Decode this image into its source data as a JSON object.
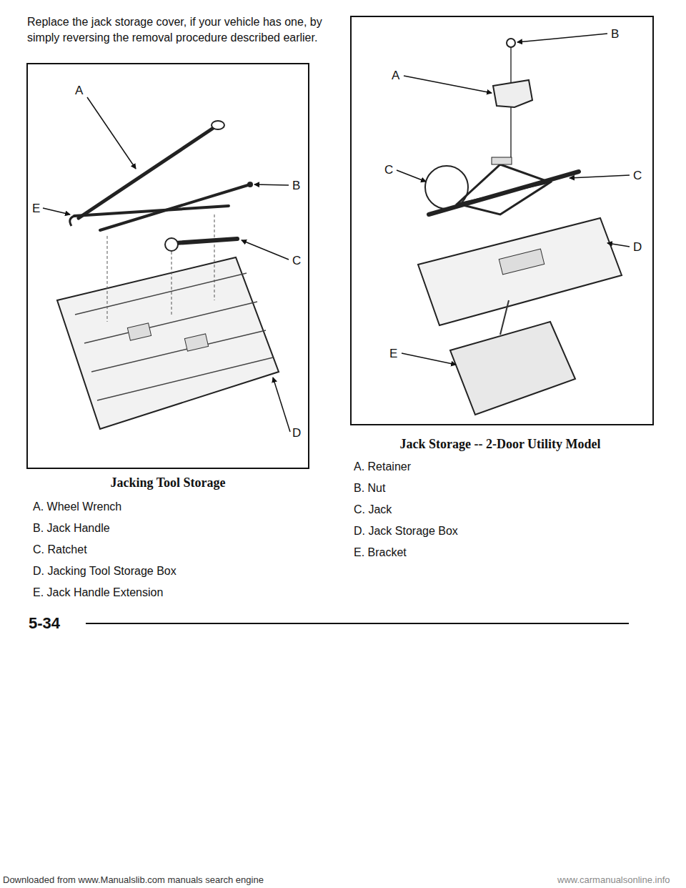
{
  "diagram": {
    "nodes": [
      {
        "text": [
          "A",
          "B",
          "C",
          "D",
          "E"
        ]
      },
      {
        "text": [
          "A",
          "B",
          "C",
          "C",
          "D",
          "E"
        ]
      }
    ],
    "labels": [
      "Replace the jack storage cover, if your vehicle has one, by simply reversing the removal procedure described earlier.",
      "Jacking Tool Storage",
      "A. Wheel Wrench",
      "B. Jack Handle",
      "C. Ratchet",
      "D. Jacking Tool Storage Box",
      "E. Jack Handle Extension",
      "Jack Storage -- 2-Door Utility Model",
      "A. Retainer",
      "B. Nut",
      "C. Jack",
      "D. Jack Storage Box",
      "E. Bracket",
      "5-34",
      "Downloaded from www.Manualslib.com manuals search engine",
      "www.carmanualsonline.info"
    ]
  }
}
